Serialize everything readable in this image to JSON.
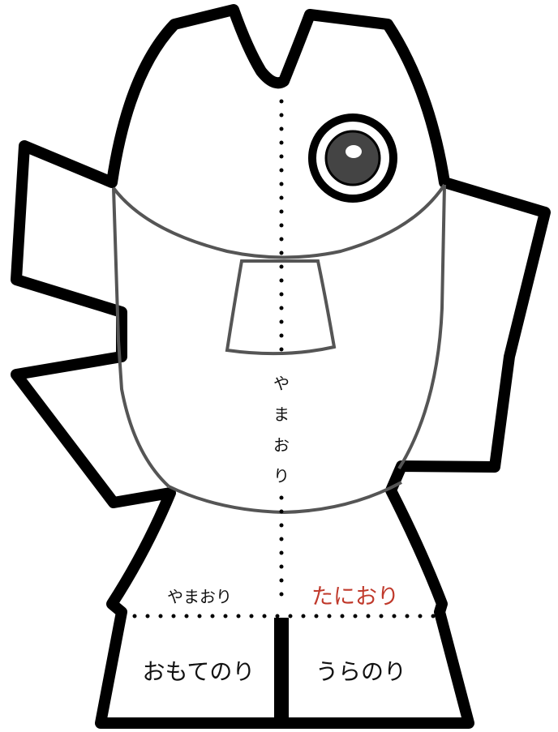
{
  "labels": {
    "vertical_fold": [
      "や",
      "ま",
      "お",
      "り"
    ],
    "left_fold": "やまおり",
    "right_fold": "たにおり",
    "left_glue": "おもてのり",
    "right_glue": "うらのり"
  },
  "colors": {
    "outline": "#000000",
    "inner_line": "#555555",
    "accent_text": "#c0392b",
    "eye_iris": "#444444",
    "background": "#ffffff"
  }
}
